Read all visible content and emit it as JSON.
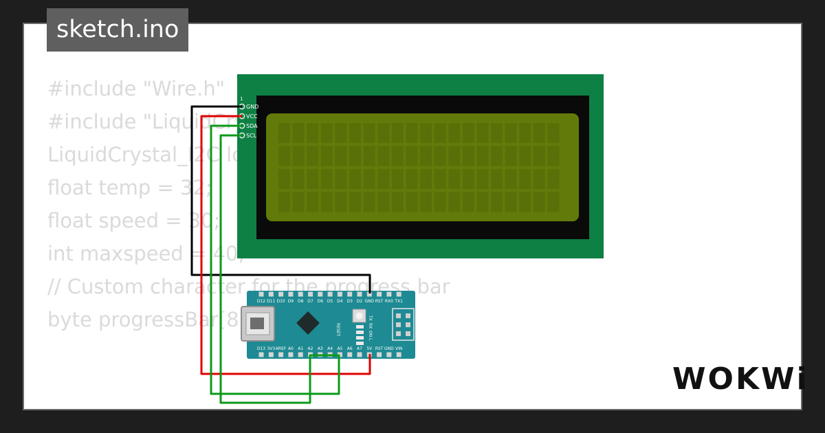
{
  "title": "sketch.ino",
  "code_lines": [
    "#include \"Wire.h\"",
    "#include \"LiquidCrystal_I2C.h\"",
    "",
    "LiquidCrystal_I2C lcd(0x27, 20, 4);",
    "",
    "float temp = 32;",
    "float speed = 30;",
    "int maxspeed = 40;",
    "",
    "// Custom character for the progress bar",
    "byte progressBar[8] = {"
  ],
  "lcd": {
    "pin_index": "1",
    "pins": [
      "GND",
      "VCC",
      "SDA",
      "SCL"
    ],
    "colors": {
      "pcb": "#0e8044",
      "bezel": "#0a0a0a",
      "screen": "#617a0a",
      "cell": "#587007"
    }
  },
  "nano": {
    "top_pins": [
      "D12",
      "D11",
      "D10",
      "D9",
      "D8",
      "D7",
      "D6",
      "D5",
      "D4",
      "D3",
      "D2",
      "GND",
      "RST",
      "RX0",
      "TX1"
    ],
    "bottom_pins": [
      "D13",
      "3V3",
      "AREF",
      "A0",
      "A1",
      "A2",
      "A3",
      "A4",
      "A5",
      "A6",
      "A7",
      "5V",
      "RST",
      "GND",
      "VIN"
    ],
    "side_labels": [
      "TX",
      "RX",
      "ON",
      "L"
    ],
    "reset_label": "RESET",
    "colors": {
      "pcb": "#1e8a93",
      "chip": "#1f2a2a",
      "usb": "#c8c8c8"
    }
  },
  "wires": {
    "gnd": "#000000",
    "vcc": "#e00000",
    "sda": "#0a9a18",
    "scl": "#0a9a18"
  },
  "logo": "WOKWi"
}
